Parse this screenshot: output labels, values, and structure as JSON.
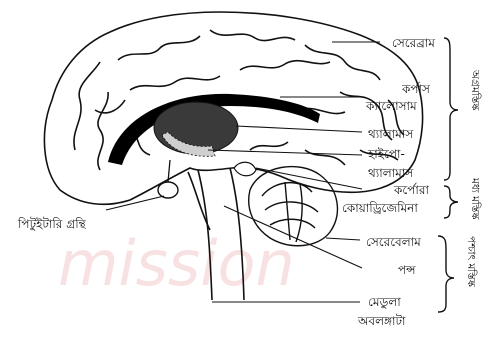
{
  "labels": {
    "cerebrum": "সেরেব্রাম",
    "corpus_line1": "কর্পাস",
    "corpus_line2": "ক্যালোসাম",
    "thalamus": "থ্যালামাস",
    "hypothalamus_line1": "হাইপো-",
    "hypothalamus_line2": "থ্যালামাস",
    "corpora_line1": "কর্পোরা",
    "corpora_line2": "কোয়াড্রিজেমিনা",
    "cerebellum": "সেরেবেলাম",
    "pons": "পন্স",
    "medulla_line1": "মেডুলা",
    "medulla_line2": "অবলঙ্গাটা",
    "pituitary": "পিটুইটারি গ্রন্থি"
  },
  "groups": {
    "forebrain": "অগ্রমস্তিষ্ক",
    "midbrain": "মধ্য মস্তিষ্ক",
    "hindbrain": "পশ্চাৎ মস্তিষ্ক"
  },
  "colors": {
    "line": "#111111",
    "corpus_callosum": "#000000",
    "thalamus": "#3a3a3a",
    "watermark": "#f3c9cc"
  }
}
